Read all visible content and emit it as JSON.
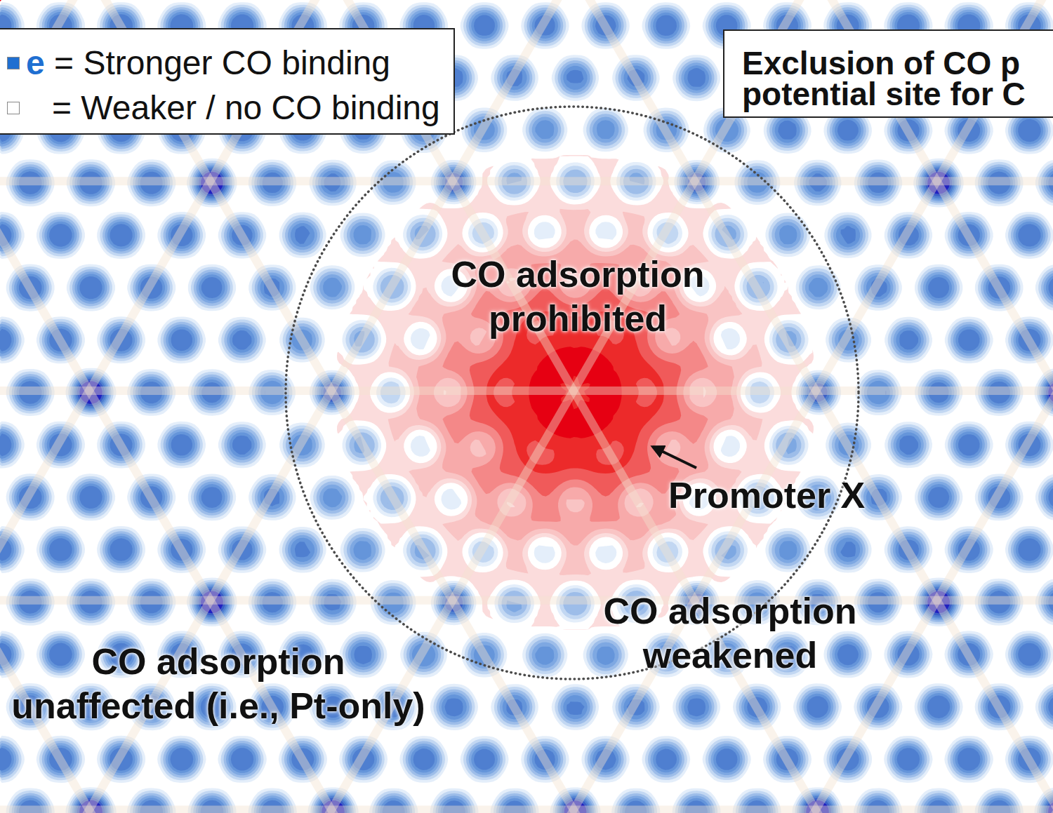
{
  "diagram": {
    "nodes": [
      {
        "text": [
          "Exclusion of CO p potential site for C"
        ]
      }
    ],
    "labels": [
      "CO adsorption prohibited",
      "Promoter X",
      "CO adsorption weakened",
      "CO adsorption unaffected (i.e., Pt-only)"
    ],
    "legend": [
      {
        "text": "e = Stronger CO binding",
        "color": "#1f6fd1"
      },
      {
        "text": "= Weaker / no CO binding",
        "color": "#ffffff"
      }
    ]
  }
}
